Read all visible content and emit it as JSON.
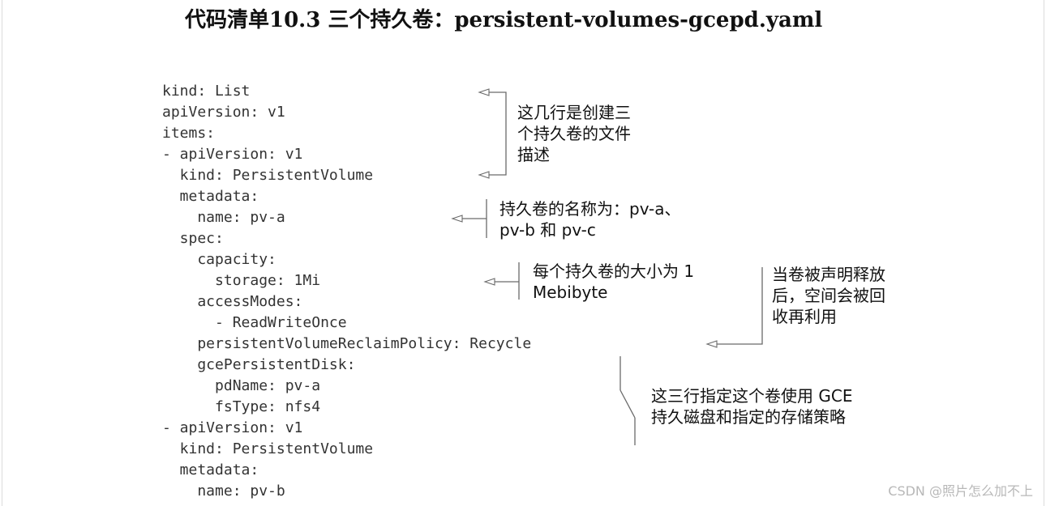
{
  "heading": "代码清单10.3 三个持久卷：persistent-volumes-gcepd.yaml",
  "code_lines": [
    "kind: List",
    "apiVersion: v1",
    "items:",
    "- apiVersion: v1",
    "  kind: PersistentVolume",
    "  metadata:",
    "    name: pv-a",
    "  spec:",
    "    capacity:",
    "      storage: 1Mi",
    "    accessModes:",
    "      - ReadWriteOnce",
    "    persistentVolumeReclaimPolicy: Recycle",
    "    gcePersistentDisk:",
    "      pdName: pv-a",
    "      fsType: nfs4",
    "- apiVersion: v1",
    "  kind: PersistentVolume",
    "  metadata:",
    "    name: pv-b"
  ],
  "annotations": {
    "file_description": [
      "这几行是创建三",
      "个持久卷的文件",
      "描述"
    ],
    "volume_names": [
      "持久卷的名称为：pv-a、",
      "pv-b 和 pv-c"
    ],
    "volume_size": [
      "每个持久卷的大小为 1",
      "Mebibyte"
    ],
    "reclaim_policy": [
      "当卷被声明释放",
      "后，空间会被回",
      "收再利用"
    ],
    "gce_disk": [
      "这三行指定这个卷使用 GCE",
      "持久磁盘和指定的存储策略"
    ]
  },
  "watermark": "CSDN @照片怎么加不上"
}
